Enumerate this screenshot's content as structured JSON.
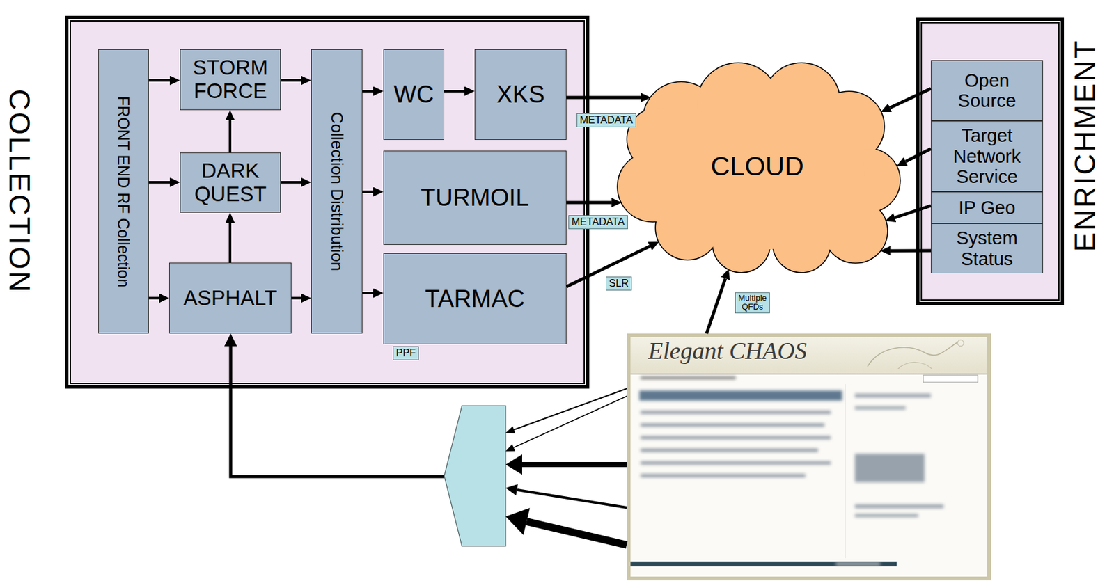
{
  "diagram": {
    "nodes": [
      {
        "text": [
          "COLLECTION"
        ]
      },
      {
        "text": [
          "FRONT END RF Collection"
        ],
        "in": 0
      },
      {
        "text": [
          "STORM FORCE"
        ],
        "in": 0
      },
      {
        "text": [
          "DARK QUEST"
        ],
        "in": 0
      },
      {
        "text": [
          "ASPHALT"
        ],
        "in": 0
      },
      {
        "text": [
          "Collection Distribution"
        ],
        "in": 0
      },
      {
        "text": [
          "WC"
        ],
        "in": 0
      },
      {
        "text": [
          "XKS"
        ],
        "in": 0
      },
      {
        "text": [
          "TURMOIL"
        ],
        "in": 0
      },
      {
        "text": [
          "TARMAC"
        ],
        "in": 0
      },
      {
        "text": [
          "CLOUD"
        ]
      },
      {
        "text": [
          "ENRICHMENT"
        ]
      },
      {
        "text": [
          "Open Source"
        ],
        "in": 11
      },
      {
        "text": [
          "Target Network Service"
        ],
        "in": 11
      },
      {
        "text": [
          "IP Geo"
        ],
        "in": 11
      },
      {
        "text": [
          "System Status"
        ],
        "in": 11
      },
      {
        "text": [
          "Elegant CHAOS"
        ]
      }
    ],
    "edges": [
      {
        "from": 1,
        "to": 2,
        "arrow": "to"
      },
      {
        "from": 1,
        "to": 3,
        "arrow": "to"
      },
      {
        "from": 1,
        "to": 4,
        "arrow": "to"
      },
      {
        "from": 3,
        "to": 2,
        "arrow": "to"
      },
      {
        "from": 4,
        "to": 3,
        "arrow": "to"
      },
      {
        "from": 2,
        "to": 5,
        "arrow": "to"
      },
      {
        "from": 3,
        "to": 5,
        "arrow": "to"
      },
      {
        "from": 4,
        "to": 5,
        "arrow": "to"
      },
      {
        "from": 5,
        "to": 6,
        "arrow": "to"
      },
      {
        "from": 5,
        "to": 8,
        "arrow": "to"
      },
      {
        "from": 5,
        "to": 9,
        "arrow": "to"
      },
      {
        "from": 6,
        "to": 7,
        "arrow": "to"
      },
      {
        "from": 7,
        "to": 10,
        "label": "METADATA",
        "arrow": "to"
      },
      {
        "from": 8,
        "to": 10,
        "label": "METADATA",
        "arrow": "to"
      },
      {
        "from": 9,
        "to": 10,
        "label": "SLR",
        "arrow": "to"
      },
      {
        "from": 16,
        "to": 10,
        "label": "Multiple QFDs",
        "arrow": "to"
      },
      {
        "from": 12,
        "to": 10,
        "arrow": "to"
      },
      {
        "from": 13,
        "to": 10,
        "arrow": "to"
      },
      {
        "from": 14,
        "to": 10,
        "arrow": "to"
      },
      {
        "from": 15,
        "to": 10,
        "arrow": "to"
      }
    ],
    "labels": [
      "PPF"
    ]
  }
}
